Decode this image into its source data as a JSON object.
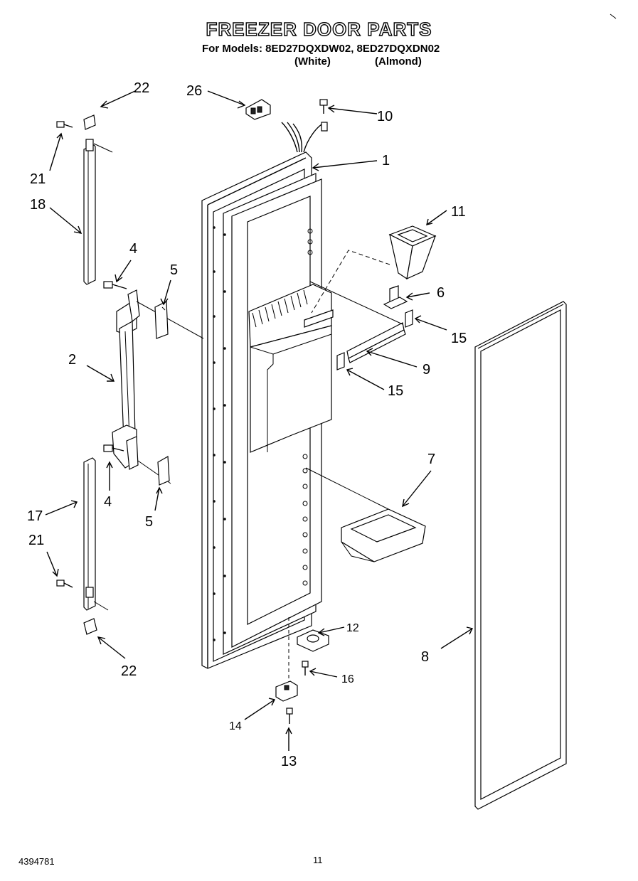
{
  "title": "FREEZER DOOR PARTS",
  "subtitle": "For Models: 8ED27DQXDW02, 8ED27DQXDN02",
  "variants": [
    "(White)",
    "(Almond)"
  ],
  "callouts": [
    "1",
    "2",
    "4",
    "4",
    "5",
    "5",
    "6",
    "7",
    "8",
    "9",
    "10",
    "11",
    "12",
    "13",
    "14",
    "15",
    "15",
    "16",
    "17",
    "18",
    "21",
    "21",
    "22",
    "22",
    "26"
  ],
  "footer": {
    "part_number": "4394781",
    "page": "11"
  }
}
